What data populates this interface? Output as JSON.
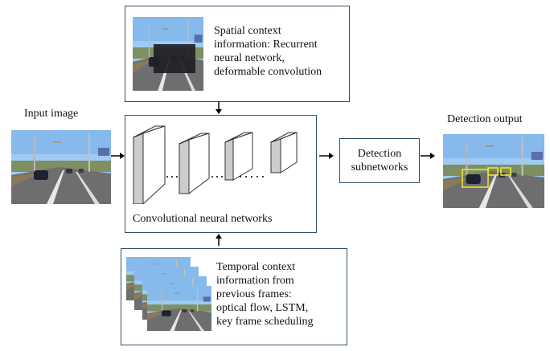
{
  "input_label": "Input image",
  "output_label": "Detection output",
  "spatial_text": [
    "Spatial context",
    "information: Recurrent",
    "neural network,",
    "deformable convolution"
  ],
  "cnn_label": "Convolutional neural networks",
  "detection_text": [
    "Detection",
    "subnetworks"
  ],
  "temporal_text": [
    "Temporal context",
    "information from",
    "previous frames:",
    "optical flow, LSTM,",
    "key frame scheduling"
  ],
  "colors": {
    "border": "#2f4f6f",
    "highlight": "#f2ea2a",
    "sky": "#8fc2f0",
    "road": "#6f6f70"
  }
}
